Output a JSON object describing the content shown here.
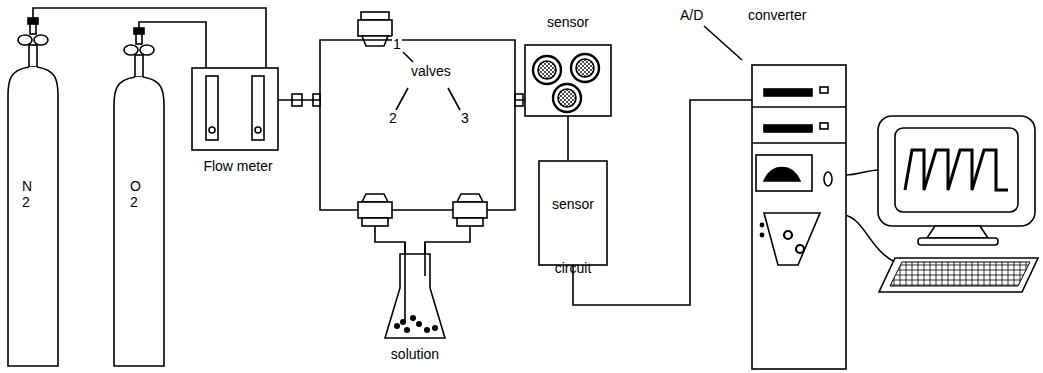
{
  "diagram": {
    "nodes": [
      {
        "text": [
          "N 2"
        ]
      },
      {
        "text": [
          "O 2"
        ]
      },
      {
        "text": [
          "Flow meter"
        ]
      },
      {
        "text": [
          "sensor"
        ]
      },
      {
        "text": [
          "sensor circuit"
        ]
      },
      {
        "text": [
          "solution"
        ]
      },
      {
        "text": [
          "A/D",
          "converter"
        ]
      }
    ],
    "edges": [
      {
        "from": 0,
        "to": 2,
        "arrow": "none"
      },
      {
        "from": 1,
        "to": 2,
        "arrow": "none"
      },
      {
        "from": 2,
        "to": 3,
        "arrow": "none"
      },
      {
        "from": 3,
        "to": 4,
        "arrow": "none"
      },
      {
        "from": 4,
        "to": 6,
        "arrow": "none"
      }
    ],
    "labels": [
      "valves",
      "1",
      "2",
      "3"
    ]
  }
}
